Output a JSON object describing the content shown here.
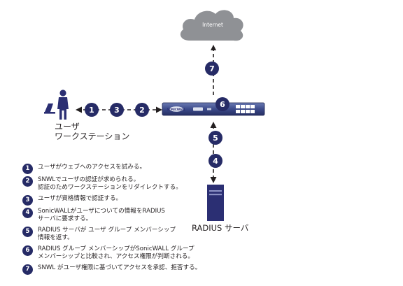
{
  "cloud": {
    "label": "Internet"
  },
  "user_workstation": {
    "label_line1": "ユーザ",
    "label_line2": "ワークステーション"
  },
  "radius_server": {
    "label": "RADIUS サーバ"
  },
  "firewall": {
    "brand_label": "SONICWALL"
  },
  "diagram_badges": {
    "b1": "1",
    "b3": "3",
    "b2": "2",
    "b6": "6",
    "b7": "7",
    "b5": "5",
    "b4": "4"
  },
  "steps": [
    {
      "num": "1",
      "line1": "ユーザがウェブへのアクセスを試みる。",
      "line2": ""
    },
    {
      "num": "2",
      "line1": "SNWLでユーザの認証が求められる。",
      "line2": "認証のためワークステーションをリダイレクトする。"
    },
    {
      "num": "3",
      "line1": "ユーザが資格情報で認証する。",
      "line2": ""
    },
    {
      "num": "4",
      "line1": "SonicWALLがユーザについての情報をRADIUS",
      "line2": "サーバに要求する。"
    },
    {
      "num": "5",
      "line1": "RADIUS サーバが ユーザ グループ メンバーシップ",
      "line2": "情報を返す。"
    },
    {
      "num": "6",
      "line1": "RADIUS グループ メンバーシップがSonicWALL グループ",
      "line2": "メンバーシップと比較され、アクセス権限が判断される。"
    },
    {
      "num": "7",
      "line1": "SNWL がユーザ権限に基づいてアクセスを承認、拒否する。",
      "line2": ""
    }
  ],
  "colors": {
    "badge_fill": "#262b66",
    "figure_blue": "#2b2f73",
    "cloud_gray": "#8f9195",
    "text": "#231f20"
  }
}
